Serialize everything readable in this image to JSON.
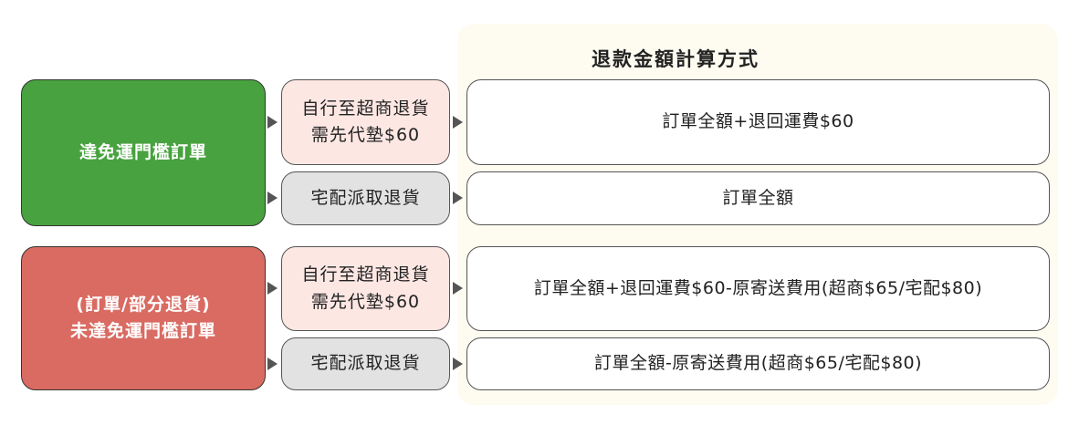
{
  "header": {
    "title": "退款金額計算方式"
  },
  "groups": [
    {
      "condition": [
        "達免運門檻訂單"
      ],
      "options": [
        {
          "label": [
            "自行至超商退貨",
            "需先代墊$60"
          ],
          "result": "訂單全額+退回運費$60"
        },
        {
          "label": [
            "宅配派取退貨"
          ],
          "result": "訂單全額"
        }
      ]
    },
    {
      "condition": [
        "(訂單/部分退貨)",
        "未達免運門檻訂單"
      ],
      "options": [
        {
          "label": [
            "自行至超商退貨",
            "需先代墊$60"
          ],
          "result": "訂單全額+退回運費$60-原寄送費用(超商$65/宅配$80)"
        },
        {
          "label": [
            "宅配派取退貨"
          ],
          "result": "訂單全額-原寄送費用(超商$65/宅配$80)"
        }
      ]
    }
  ],
  "colors": {
    "condition_met": "#48a23f",
    "condition_not_met": "#d96b62",
    "store_option": "#fce7e3",
    "delivery_option": "#e2e2e2",
    "panel_background": "#fefcf1"
  }
}
